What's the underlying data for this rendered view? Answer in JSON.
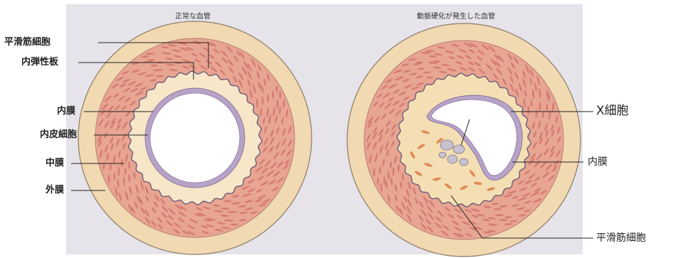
{
  "titles": {
    "normal": "正常な血管",
    "atherosclerotic": "動脈硬化が発生した血管"
  },
  "left_labels": {
    "smooth_muscle": "平滑筋細胞",
    "internal_elastic": "内弾性板",
    "intima": "内膜",
    "endothelial": "内皮細胞",
    "media": "中膜",
    "adventitia": "外膜"
  },
  "right_labels": {
    "x_cell": "X細胞",
    "intima": "内膜",
    "smooth_muscle": "平滑筋細胞"
  },
  "colors": {
    "background_panel": "#e6e4ea",
    "adventitia": "#f1d9b2",
    "media": "#e8a592",
    "media_fibers": "#cf6f68",
    "intima": "#f7e7c8",
    "endothelium": "#b8a3c8",
    "lumen": "#ffffff",
    "plaque": "#f4dfb4",
    "plaque_cells": "#e08a55",
    "x_cells": "#c9c2cf"
  }
}
